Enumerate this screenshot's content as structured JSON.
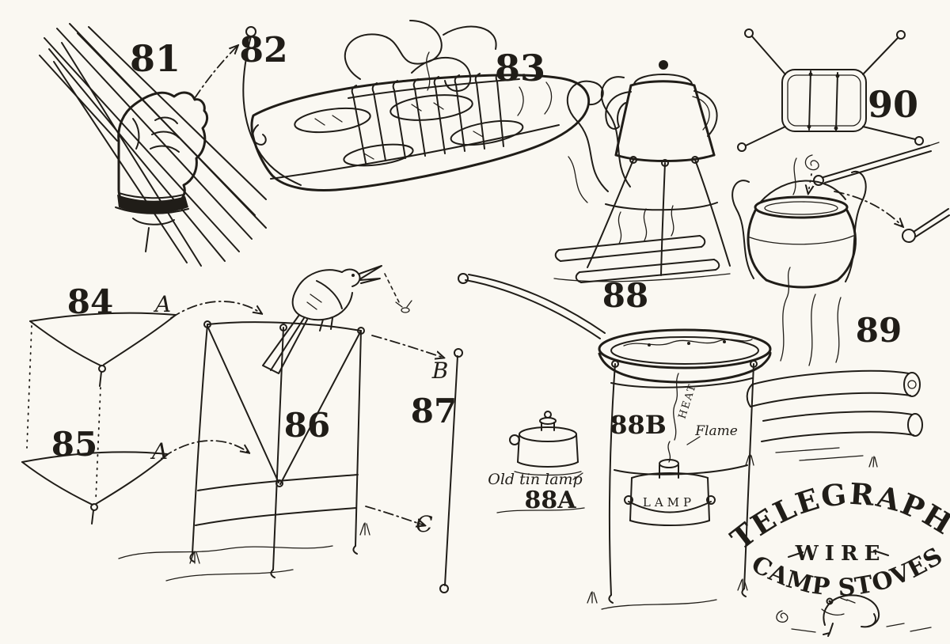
{
  "colors": {
    "ink": "#201d18",
    "paper": "#faf8f2"
  },
  "figures": {
    "f81": {
      "number": "81"
    },
    "f82": {
      "number": "82"
    },
    "f83": {
      "number": "83"
    },
    "f84": {
      "number": "84",
      "point_label": "A"
    },
    "f85": {
      "number": "85",
      "point_label": "A"
    },
    "f86": {
      "number": "86"
    },
    "f87": {
      "number": "87",
      "point_top": "B",
      "point_bottom": "C"
    },
    "f88": {
      "number": "88"
    },
    "f88a": {
      "number": "88A",
      "caption": "Old tin lamp"
    },
    "f88b": {
      "number": "88B",
      "heat_label": "HEAT",
      "flame_label": "Flame",
      "lamp_label": "LAMP"
    },
    "f89": {
      "number": "89"
    },
    "f90": {
      "number": "90"
    }
  },
  "title_lettering": {
    "line1": "TELEGRAPH",
    "line2": "WIRE",
    "line3": "CAMP STOVES"
  }
}
